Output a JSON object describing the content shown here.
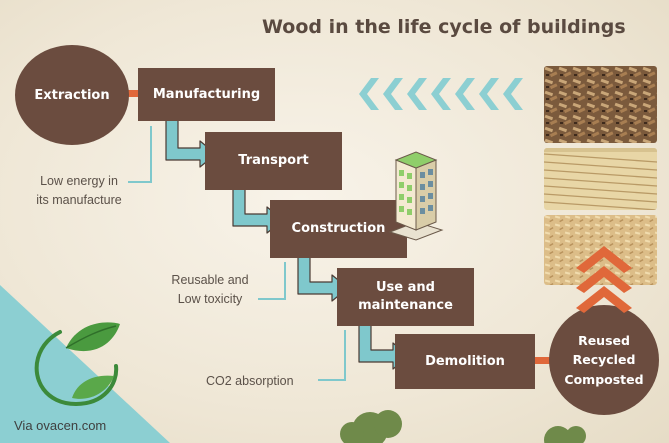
{
  "title": "Wood in the life cycle of buildings",
  "stages": {
    "extraction": "Extraction",
    "manufacturing": "Manufacturing",
    "transport": "Transport",
    "construction": "Construction",
    "use_line1": "Use and",
    "use_line2": "maintenance",
    "demolition": "Demolition"
  },
  "end_circle": {
    "line1": "Reused",
    "line2": "Recycled",
    "line3": "Composted"
  },
  "notes": {
    "energy_line1": "Low energy in",
    "energy_line2": "its manufacture",
    "reusable_line1": "Reusable and",
    "reusable_line2": "Low toxicity",
    "co2": "CO2 absorption"
  },
  "credit": "Via ovacen.com",
  "colors": {
    "brown": "#6b4c3f",
    "teal": "#7fc8cc",
    "orange": "#e0683a",
    "title": "#5a4a40"
  },
  "icons": {
    "building": "building-icon",
    "eco_logo": "leaf-logo-icon",
    "chevrons": "chevron-left-icon",
    "up_chevrons": "chevron-up-icon"
  }
}
